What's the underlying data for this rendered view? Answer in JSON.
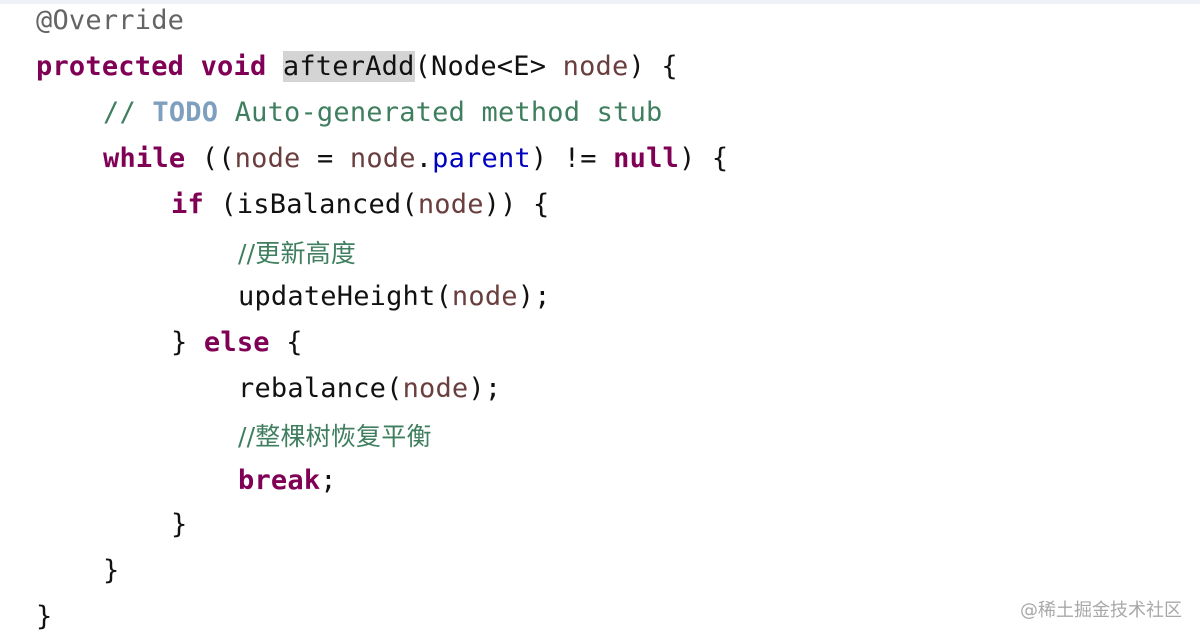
{
  "code": {
    "annotation": "@Override",
    "kw_protected": "protected",
    "kw_void": "void",
    "method_name": "afterAdd",
    "param_type": "(Node<E> ",
    "param_name": "node",
    "sig_end": ") {",
    "todo_prefix": "// ",
    "todo_tag": "TODO",
    "todo_text": " Auto-generated method stub",
    "kw_while": "while",
    "while_open": " ((",
    "while_var": "node",
    "while_assign": " = ",
    "while_obj": "node",
    "dot": ".",
    "field_parent": "parent",
    "while_ne": ") != ",
    "kw_null": "null",
    "while_end": ") {",
    "kw_if": "if",
    "if_open": " (isBalanced(",
    "if_arg": "node",
    "if_end": ")) {",
    "comment_update": "//更新高度",
    "update_call": "updateHeight(",
    "update_arg": "node",
    "update_end": ");",
    "else_close": "} ",
    "kw_else": "else",
    "else_open": " {",
    "rebalance_call": "rebalance(",
    "rebalance_arg": "node",
    "rebalance_end": ");",
    "comment_restore": "//整棵树恢复平衡",
    "kw_break": "break",
    "semicolon": ";",
    "close_if": "}",
    "close_while": "}",
    "close_method": "}"
  },
  "watermark": "@稀土掘金技术社区"
}
